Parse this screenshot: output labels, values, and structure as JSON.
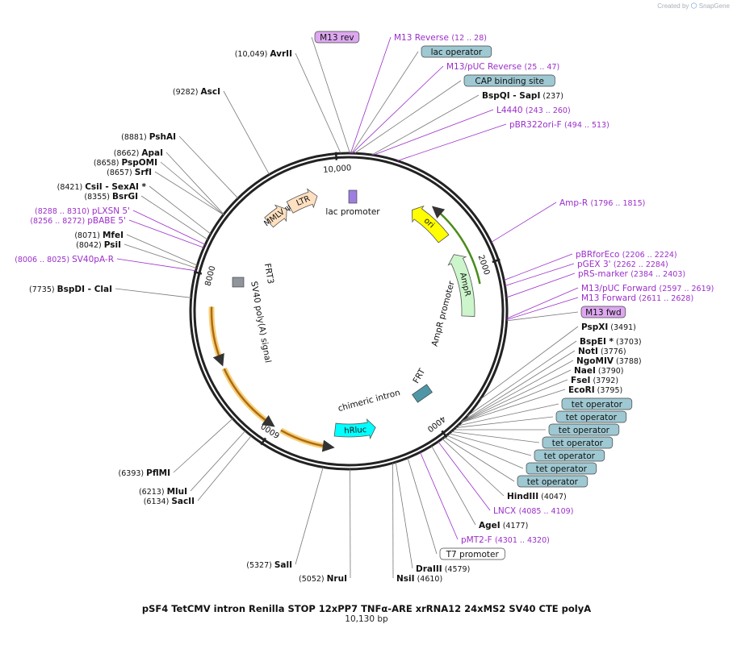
{
  "credit": {
    "prefix": "Created by",
    "brand": "SnapGene"
  },
  "plasmid": {
    "name": "pSF4 TetCMV intron Renilla STOP 12xPP7 TNFα-ARE xrRNA12 24xMS2 SV40 CTE polyA",
    "size_label": "10,130 bp",
    "length": 10130
  },
  "ticks": [
    {
      "pos": 2000,
      "label": "2000"
    },
    {
      "pos": 4000,
      "label": "4000"
    },
    {
      "pos": 6000,
      "label": "6000"
    },
    {
      "pos": 8000,
      "label": "8000"
    },
    {
      "pos": 10000,
      "label": "10,000"
    }
  ],
  "features": [
    {
      "name": "AmpR",
      "start": 1735,
      "end": 2600,
      "dir": -1,
      "color": "#ccf5cc",
      "label": "AmpR"
    },
    {
      "name": "ori",
      "start": 900,
      "end": 1480,
      "dir": -1,
      "color": "#ffff00",
      "label": "ori"
    },
    {
      "name": "LTR",
      "start": 9300,
      "end": 9700,
      "dir": 1,
      "color": "#ffe0c0",
      "label": "LTR"
    },
    {
      "name": "MMLV",
      "start": 8950,
      "end": 9250,
      "dir": 1,
      "color": "#ffe0c0",
      "label": "MMLV ψ"
    },
    {
      "name": "hRluc",
      "start": 4700,
      "end": 5250,
      "dir": -1,
      "color": "#00ffff",
      "label": "hRluc"
    }
  ],
  "inner_labels": [
    {
      "text": "lac promoter"
    },
    {
      "text": "AmpR promoter"
    },
    {
      "text": "FRT"
    },
    {
      "text": "FRT3"
    },
    {
      "text": "SV40 poly(A) signal"
    },
    {
      "text": "chimeric intron"
    }
  ],
  "sites_right": [
    {
      "kind": "feature_box",
      "text": "M13 rev",
      "color": "purple"
    },
    {
      "kind": "primer",
      "text": "M13 Reverse",
      "range": "(12 .. 28)"
    },
    {
      "kind": "feature_box",
      "text": "lac operator",
      "color": "teal"
    },
    {
      "kind": "primer",
      "text": "M13/pUC Reverse",
      "range": "(25 .. 47)"
    },
    {
      "kind": "feature_box",
      "text": "CAP binding site",
      "color": "teal"
    },
    {
      "kind": "enzyme",
      "text": "BspQI",
      "extra": "- SapI",
      "pos": "(237)"
    },
    {
      "kind": "primer",
      "text": "L4440",
      "range": "(243 .. 260)"
    },
    {
      "kind": "primer",
      "text": "pBR322ori-F",
      "range": "(494 .. 513)"
    },
    {
      "kind": "primer",
      "text": "Amp-R",
      "range": "(1796 .. 1815)"
    },
    {
      "kind": "primer",
      "text": "pBRforEco",
      "range": "(2206 .. 2224)"
    },
    {
      "kind": "primer",
      "text": "pGEX 3'",
      "range": "(2262 .. 2284)"
    },
    {
      "kind": "primer",
      "text": "pRS-marker",
      "range": "(2384 .. 2403)"
    },
    {
      "kind": "primer",
      "text": "M13/pUC Forward",
      "range": "(2597 .. 2619)"
    },
    {
      "kind": "primer",
      "text": "M13 Forward",
      "range": "(2611 .. 2628)"
    },
    {
      "kind": "feature_box",
      "text": "M13 fwd",
      "color": "purple"
    },
    {
      "kind": "enzyme",
      "text": "PspXI",
      "pos": "(3491)"
    },
    {
      "kind": "enzyme",
      "text": "BspEI *",
      "pos": "(3703)"
    },
    {
      "kind": "enzyme",
      "text": "NotI",
      "pos": "(3776)"
    },
    {
      "kind": "enzyme",
      "text": "NgoMIV",
      "pos": "(3788)"
    },
    {
      "kind": "enzyme",
      "text": "NaeI",
      "pos": "(3790)"
    },
    {
      "kind": "enzyme",
      "text": "FseI",
      "pos": "(3792)"
    },
    {
      "kind": "enzyme",
      "text": "EcoRI",
      "pos": "(3795)"
    },
    {
      "kind": "feature_box",
      "text": "tet operator",
      "color": "teal"
    },
    {
      "kind": "feature_box",
      "text": "tet operator",
      "color": "teal"
    },
    {
      "kind": "feature_box",
      "text": "tet operator",
      "color": "teal"
    },
    {
      "kind": "feature_box",
      "text": "tet operator",
      "color": "teal"
    },
    {
      "kind": "feature_box",
      "text": "tet operator",
      "color": "teal"
    },
    {
      "kind": "feature_box",
      "text": "tet operator",
      "color": "teal"
    },
    {
      "kind": "feature_box",
      "text": "tet operator",
      "color": "teal"
    },
    {
      "kind": "enzyme",
      "text": "HindIII",
      "pos": "(4047)"
    },
    {
      "kind": "primer",
      "text": "LNCX",
      "range": "(4085 .. 4109)"
    },
    {
      "kind": "enzyme",
      "text": "AgeI",
      "pos": "(4177)"
    },
    {
      "kind": "primer",
      "text": "pMT2-F",
      "range": "(4301 .. 4320)"
    },
    {
      "kind": "feature_box",
      "text": "T7 promoter",
      "color": "white"
    },
    {
      "kind": "enzyme",
      "text": "DraIII",
      "pos": "(4579)"
    },
    {
      "kind": "enzyme",
      "text": "NsiI",
      "pos": "(4610)"
    }
  ],
  "sites_left": [
    {
      "kind": "enzyme",
      "text": "AvrII",
      "pos": "(10,049)"
    },
    {
      "kind": "enzyme",
      "text": "AscI",
      "pos": "(9282)"
    },
    {
      "kind": "enzyme",
      "text": "PshAI",
      "pos": "(8881)"
    },
    {
      "kind": "enzyme",
      "text": "ApaI",
      "pos": "(8662)"
    },
    {
      "kind": "enzyme",
      "text": "PspOMI",
      "pos": "(8658)"
    },
    {
      "kind": "enzyme",
      "text": "SrfI",
      "pos": "(8657)"
    },
    {
      "kind": "enzyme",
      "text": "CsiI",
      "extra": "- SexAI *",
      "pos": "(8421)"
    },
    {
      "kind": "enzyme",
      "text": "BsrGI",
      "pos": "(8355)"
    },
    {
      "kind": "primer",
      "text": "pLXSN 5'",
      "range": "(8288 .. 8310)"
    },
    {
      "kind": "primer",
      "text": "pBABE 5'",
      "range": "(8256 .. 8272)"
    },
    {
      "kind": "enzyme",
      "text": "MfeI",
      "pos": "(8071)"
    },
    {
      "kind": "enzyme",
      "text": "PsiI",
      "pos": "(8042)"
    },
    {
      "kind": "primer",
      "text": "SV40pA-R",
      "range": "(8006 .. 8025)"
    },
    {
      "kind": "enzyme",
      "text": "BspDI",
      "extra": "- ClaI",
      "pos": "(7735)"
    },
    {
      "kind": "enzyme",
      "text": "PflMI",
      "pos": "(6393)"
    },
    {
      "kind": "enzyme",
      "text": "MluI",
      "pos": "(6213)"
    },
    {
      "kind": "enzyme",
      "text": "SacII",
      "pos": "(6134)"
    },
    {
      "kind": "enzyme",
      "text": "SalI",
      "pos": "(5327)"
    },
    {
      "kind": "enzyme",
      "text": "NruI",
      "pos": "(5052)"
    }
  ]
}
